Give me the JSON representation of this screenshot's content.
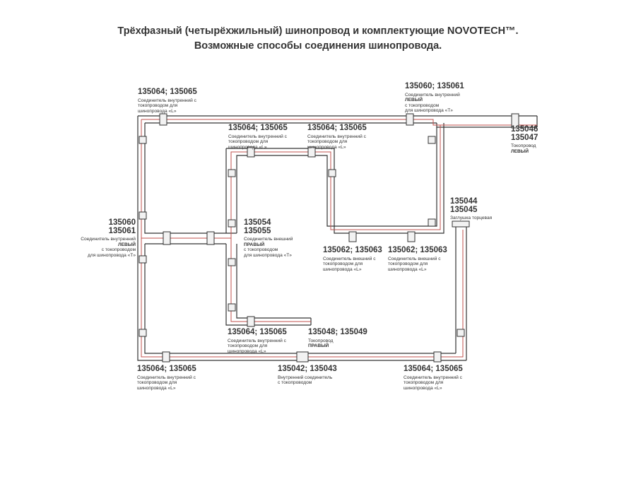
{
  "title_line1": "Трёхфазный (четырёхжильный) шинопровод и комплектующие NOVOTECH™.",
  "title_line2": "Возможные способы соединения шинопровода.",
  "colors": {
    "track": "#333333",
    "wire": "#c0504d",
    "connector": "#f2f2f2"
  },
  "labels": {
    "tl": {
      "code": "135064; 135065",
      "desc1": "Соединитель внутренний с",
      "desc2": "токопроводом для",
      "desc3": "шинопровода «L»"
    },
    "tr": {
      "code": "135060; 135061",
      "desc1": "Соединитель внутренний",
      "desc_bold": "ЛЕВЫЙ",
      "desc3": "с токопроводом",
      "desc4": "для шинопровода «T»"
    },
    "track_left": {
      "code1": "135046",
      "code2": "135047",
      "desc1": "Токопровод",
      "desc_bold": "ЛЕВЫЙ"
    },
    "inner_l1": {
      "code": "135064; 135065",
      "desc1": "Соединитель внутренний с",
      "desc2": "токопроводом для",
      "desc3": "шинопровода «L»"
    },
    "inner_l2": {
      "code": "135064; 135065",
      "desc1": "Соединитель внутренний с",
      "desc2": "токопроводом для",
      "desc3": "шинопровода «L»"
    },
    "left_t": {
      "code1": "135060",
      "code2": "135061",
      "desc1": "Соединитель внутренний",
      "desc_bold": "ЛЕВЫЙ",
      "desc3": "с токопроводом",
      "desc4": "для шинопровода «T»"
    },
    "ext_t": {
      "code1": "135054",
      "code2": "135055",
      "desc1": "Соединитель внешний",
      "desc_bold": "ПРАВЫЙ",
      "desc3": "с токопроводом",
      "desc4": "для шинопровода «T»"
    },
    "endcap": {
      "code1": "135044",
      "code2": "135045",
      "desc1": "Заглушка торцевая"
    },
    "ext_l1": {
      "code": "135062; 135063",
      "desc1": "Соединитель внешний с",
      "desc2": "токопроводом для",
      "desc3": "шинопровода «L»"
    },
    "ext_l2": {
      "code": "135062; 135063",
      "desc1": "Соединитель внешний с",
      "desc2": "токопроводом для",
      "desc3": "шинопровода «L»"
    },
    "inner_l3": {
      "code": "135064; 135065",
      "desc1": "Соединитель внутренний с",
      "desc2": "токопроводом для",
      "desc3": "шинопровода «L»"
    },
    "track_right": {
      "code": "135048; 135049",
      "desc1": "Токопровод",
      "desc_bold": "ПРАВЫЙ"
    },
    "bl": {
      "code": "135064; 135065",
      "desc1": "Соединитель внутренний с",
      "desc2": "токопроводом для",
      "desc3": "шинопровода «L»"
    },
    "bottom_straight": {
      "code": "135042; 135043",
      "desc1": "Внутренний соединитель",
      "desc2": "с токопроводом"
    },
    "br": {
      "code": "135064; 135065",
      "desc1": "Соединитель внутренний с",
      "desc2": "токопроводом для",
      "desc3": "шинопровода «L»"
    }
  }
}
